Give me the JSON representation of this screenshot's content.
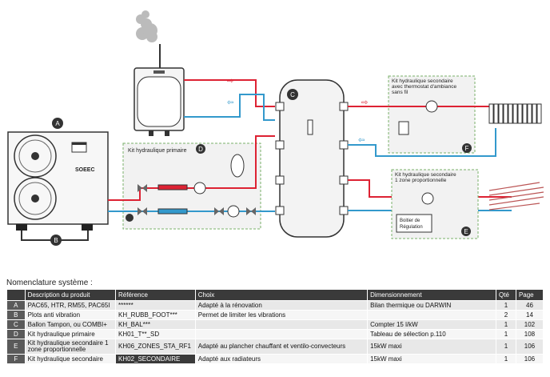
{
  "diagram": {
    "brand": "SOEEC",
    "markers": {
      "A": "A",
      "B": "B",
      "C": "C",
      "D": "D",
      "E": "E",
      "F": "F"
    },
    "kit_primaire_label": "Kit hydraulique primaire",
    "kit_secondaire_thermo_label": [
      "Kit hydraulique secondaire",
      "avec thermostat d'ambiance",
      "sans fil"
    ],
    "kit_secondaire_zone_label": [
      "Kit hydraulique secondaire",
      "1 zone proportionnelle"
    ],
    "boitier_label": [
      "Boitier de",
      "Régulation"
    ]
  },
  "nomenclature": {
    "title": "Nomenclature système :",
    "headers": [
      "",
      "Description du produit",
      "Référence",
      "Choix",
      "Dimensionnement",
      "Qté",
      "Page"
    ],
    "rows": [
      {
        "letter": "A",
        "description": "PAC65, HTR, RM55, PAC65I",
        "reference": "******",
        "choix": "Adapté à la rénovation",
        "dimensionnement": "Bilan thermique ou DARWIN",
        "qte": "1",
        "page": "46"
      },
      {
        "letter": "B",
        "description": "Plots anti vibration",
        "reference": "KH_RUBB_FOOT***",
        "choix": "Permet de limiter les vibrations",
        "dimensionnement": "",
        "qte": "2",
        "page": "14"
      },
      {
        "letter": "C",
        "description": "Ballon Tampon, ou COMBI+",
        "reference": "KH_BAL***",
        "choix": "",
        "dimensionnement": "Compter 15 l/kW",
        "qte": "1",
        "page": "102"
      },
      {
        "letter": "D",
        "description": "Kit hydraulique primaire",
        "reference": "KH01_T**_SD",
        "choix": "",
        "dimensionnement": "Tableau de sélection p.110",
        "qte": "1",
        "page": "108"
      },
      {
        "letter": "E",
        "description": "Kit hydraulique secondaire 1 zone proportionnelle",
        "reference": "KH06_ZONES_STA_RF1",
        "choix": "Adapté au plancher chauffant et ventilo-convecteurs",
        "dimensionnement": "15kW maxi",
        "qte": "1",
        "page": "106"
      },
      {
        "letter": "F",
        "description": "Kit hydraulique secondaire",
        "reference": "KH02_SECONDAIRE",
        "choix": "Adapté aux radiateurs",
        "dimensionnement": "15kW maxi",
        "qte": "1",
        "page": "106"
      }
    ]
  }
}
